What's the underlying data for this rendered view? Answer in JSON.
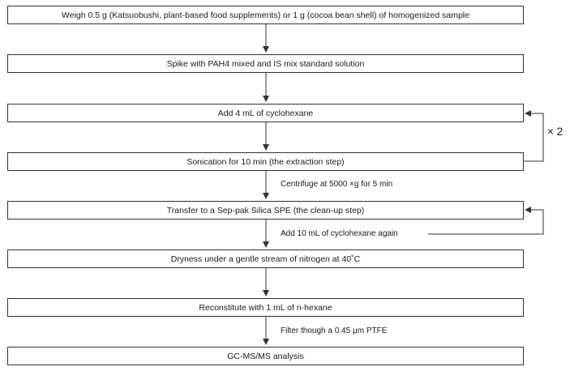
{
  "steps": [
    "Weigh 0.5 g (Katsuobushi, plant-based food supplements) or 1 g (cocoa bean shell) of homogenized sample",
    "Spike with PAH4 mixed and IS mix standard solution",
    "Add 4 mL of cyclohexane",
    "Sonication for 10 min (the extraction step)",
    "Transfer to a Sep-pak Silica SPE (the clean-up step)",
    "Dryness under a gentle stream of nitrogen at 40˚C",
    "Reconstitute with 1 mL of n-hexane",
    "GC-MS/MS analysis"
  ],
  "notes": {
    "centrifuge": "Centrifuge at 5000 ×g for 5 min",
    "add_again": "Add 10 mL of cyclohexane again",
    "filter": "Filter though a 0.45 μm PTFE"
  },
  "repeat_label": "× 2"
}
